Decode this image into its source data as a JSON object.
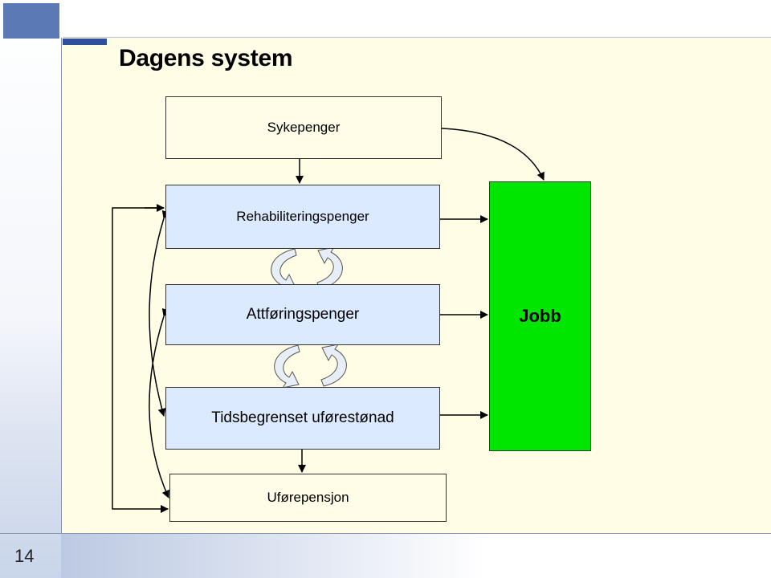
{
  "slide": {
    "title": "Dagens system",
    "page_number": "14"
  },
  "boxes": {
    "sykepenger": "Sykepenger",
    "rehabiliteringspenger": "Rehabiliteringspenger",
    "attforingspenger": "Attføringspenger",
    "tidsbegrenset": "Tidsbegrenset uførestønad",
    "uforepensjon": "Uførepensjon",
    "jobb": "Jobb"
  },
  "colors": {
    "benefit_box": "#dbeafe",
    "plain_box": "#fffde8",
    "jobb_box": "#00e600",
    "background": "#fffde6",
    "accent": "#2f4f9c"
  }
}
